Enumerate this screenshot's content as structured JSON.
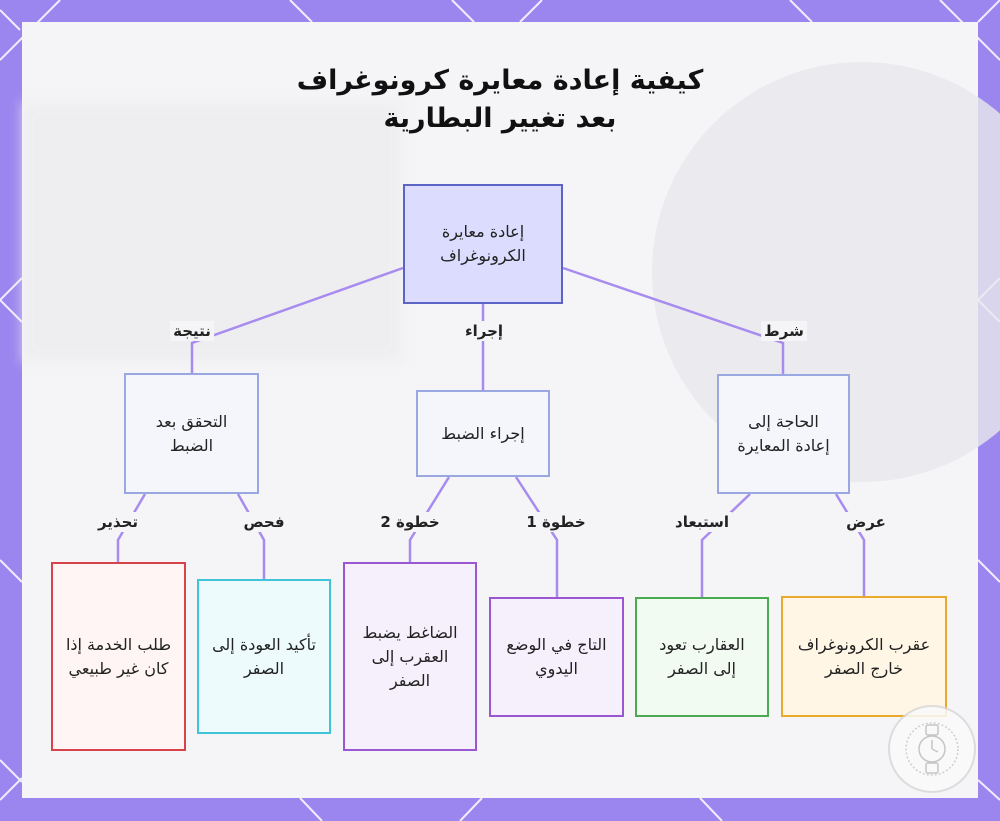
{
  "title": {
    "line1": "كيفية إعادة معايرة كرونوغراف",
    "line2": "بعد تغيير البطارية"
  },
  "nodes": {
    "root": "إعادة معايرة الكرونوغراف",
    "condition": "الحاجة إلى إعادة المعايرة",
    "action": "إجراء الضبط",
    "result": "التحقق بعد الضبط",
    "symptom": "عقرب الكرونوغراف خارج الصفر",
    "exclusion": "العقارب تعود إلى الصفر",
    "step1": "التاج في الوضع اليدوي",
    "step2": "الضاغط يضبط العقرب إلى الصفر",
    "check": "تأكيد العودة إلى الصفر",
    "warning": "طلب الخدمة إذا كان غير طبيعي"
  },
  "edge_labels": {
    "condition": "شرط",
    "action": "إجراء",
    "result": "نتيجة",
    "symptom": "عرض",
    "exclusion": "استبعاد",
    "step1": "خطوة 1",
    "step2": "خطوة 2",
    "check": "فحص",
    "warning": "تحذير"
  },
  "colors": {
    "edge": "#a78bef",
    "root_fill": "#dcdcff",
    "root_border": "#5b64c4",
    "frame": "#9b86ef"
  }
}
